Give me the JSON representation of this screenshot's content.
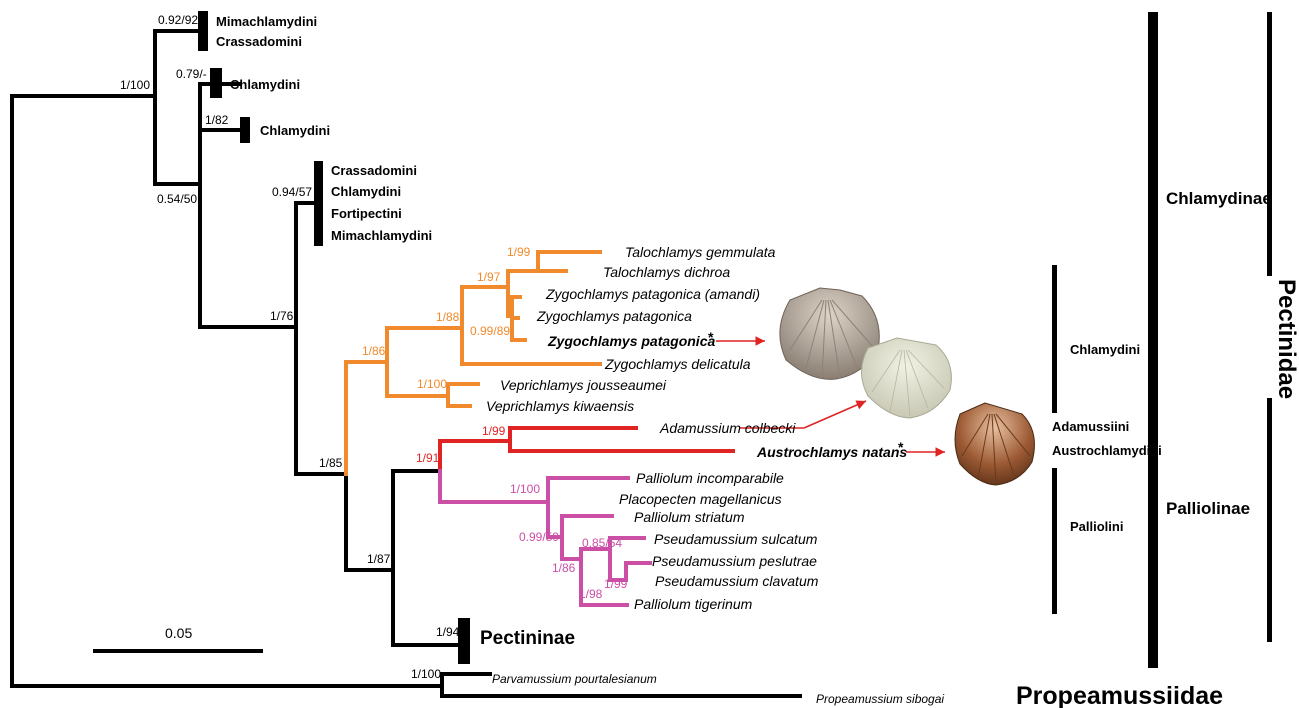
{
  "colors": {
    "branch_default": "#000000",
    "clade_orange": "#f08a2c",
    "clade_red": "#e02424",
    "clade_pink": "#cc4fa6",
    "pointer_arrow": "#e02424"
  },
  "scale_bar": {
    "label": "0.05"
  },
  "support_values": {
    "s_root_group": "1/100",
    "s_mimach_crass": "0.92/92",
    "s_chlamydini_1": "0.79/-",
    "s_chlamydini_2": "1/82",
    "s_inner_054": "0.54/50",
    "s_crass_group": "0.94/57",
    "s_176": "1/76",
    "s_185": "1/85",
    "s_187": "1/87",
    "s_pectininae": "1/94",
    "s_propeam": "1/100",
    "s_orange_root": "1/86",
    "s_orange_188": "1/88",
    "s_orange_197": "1/97",
    "s_orange_199": "1/99",
    "s_orange_0999": "0.99/89",
    "s_orange_1100": "1/100",
    "s_red_191": "1/91",
    "s_red_199": "1/99",
    "s_pink_1100": "1/100",
    "s_pink_099": "0.99/59",
    "s_pink_085": "0.85/54",
    "s_pink_186": "1/86",
    "s_pink_199": "1/99",
    "s_pink_198": "1/98"
  },
  "tip_groups": {
    "g_mimach": "Mimachlamydini",
    "g_crass": "Crassadomini",
    "g_chlam1": "Chlamydini",
    "g_chlam2": "Chlamydini",
    "g_c_crass": "Crassadomini",
    "g_c_chlam": "Chlamydini",
    "g_c_forti": "Fortipectini",
    "g_c_mimach": "Mimachlamydini",
    "g_pectininae": "Pectininae"
  },
  "taxa": {
    "t_gemmulata": "Talochlamys gemmulata",
    "t_dichroa": "Talochlamys dichroa",
    "t_amandi": "Zygochlamys patagonica (amandi)",
    "t_patagonica": "Zygochlamys patagonica",
    "t_patagonica_bold": "Zygochlamys patagonica",
    "t_delicatula": "Zygochlamys delicatula",
    "t_jousseaumei": "Veprichlamys jousseaumei",
    "t_kiwaensis": "Veprichlamys kiwaensis",
    "t_colbecki": "Adamussium colbecki",
    "t_natans": "Austrochlamys natans",
    "t_incomparabile": "Palliolum incomparabile",
    "t_magellanicus": "Placopecten magellanicus",
    "t_striatum": "Palliolum striatum",
    "t_sulcatum": "Pseudamussium sulcatum",
    "t_peslutrae": "Pseudamussium peslutrae",
    "t_clavatum": "Pseudamussium clavatum",
    "t_tigerinum": "Palliolum tigerinum",
    "t_pourtalesianum": "Parvamussium pourtalesianum",
    "t_sibogai": "Propeamussium sibogai"
  },
  "star_marker": "*",
  "tribes": {
    "chlamydini": "Chlamydini",
    "adamussiini": "Adamussiini",
    "austrochlamydini": "Austrochlamydini",
    "palliolini": "Palliolini"
  },
  "subfamilies": {
    "chlamydinae": "Chlamydinae",
    "palliolinae": "Palliolinae"
  },
  "families": {
    "pectinidae": "Pectinidae",
    "propeamussiidae": "Propeamussiidae"
  }
}
